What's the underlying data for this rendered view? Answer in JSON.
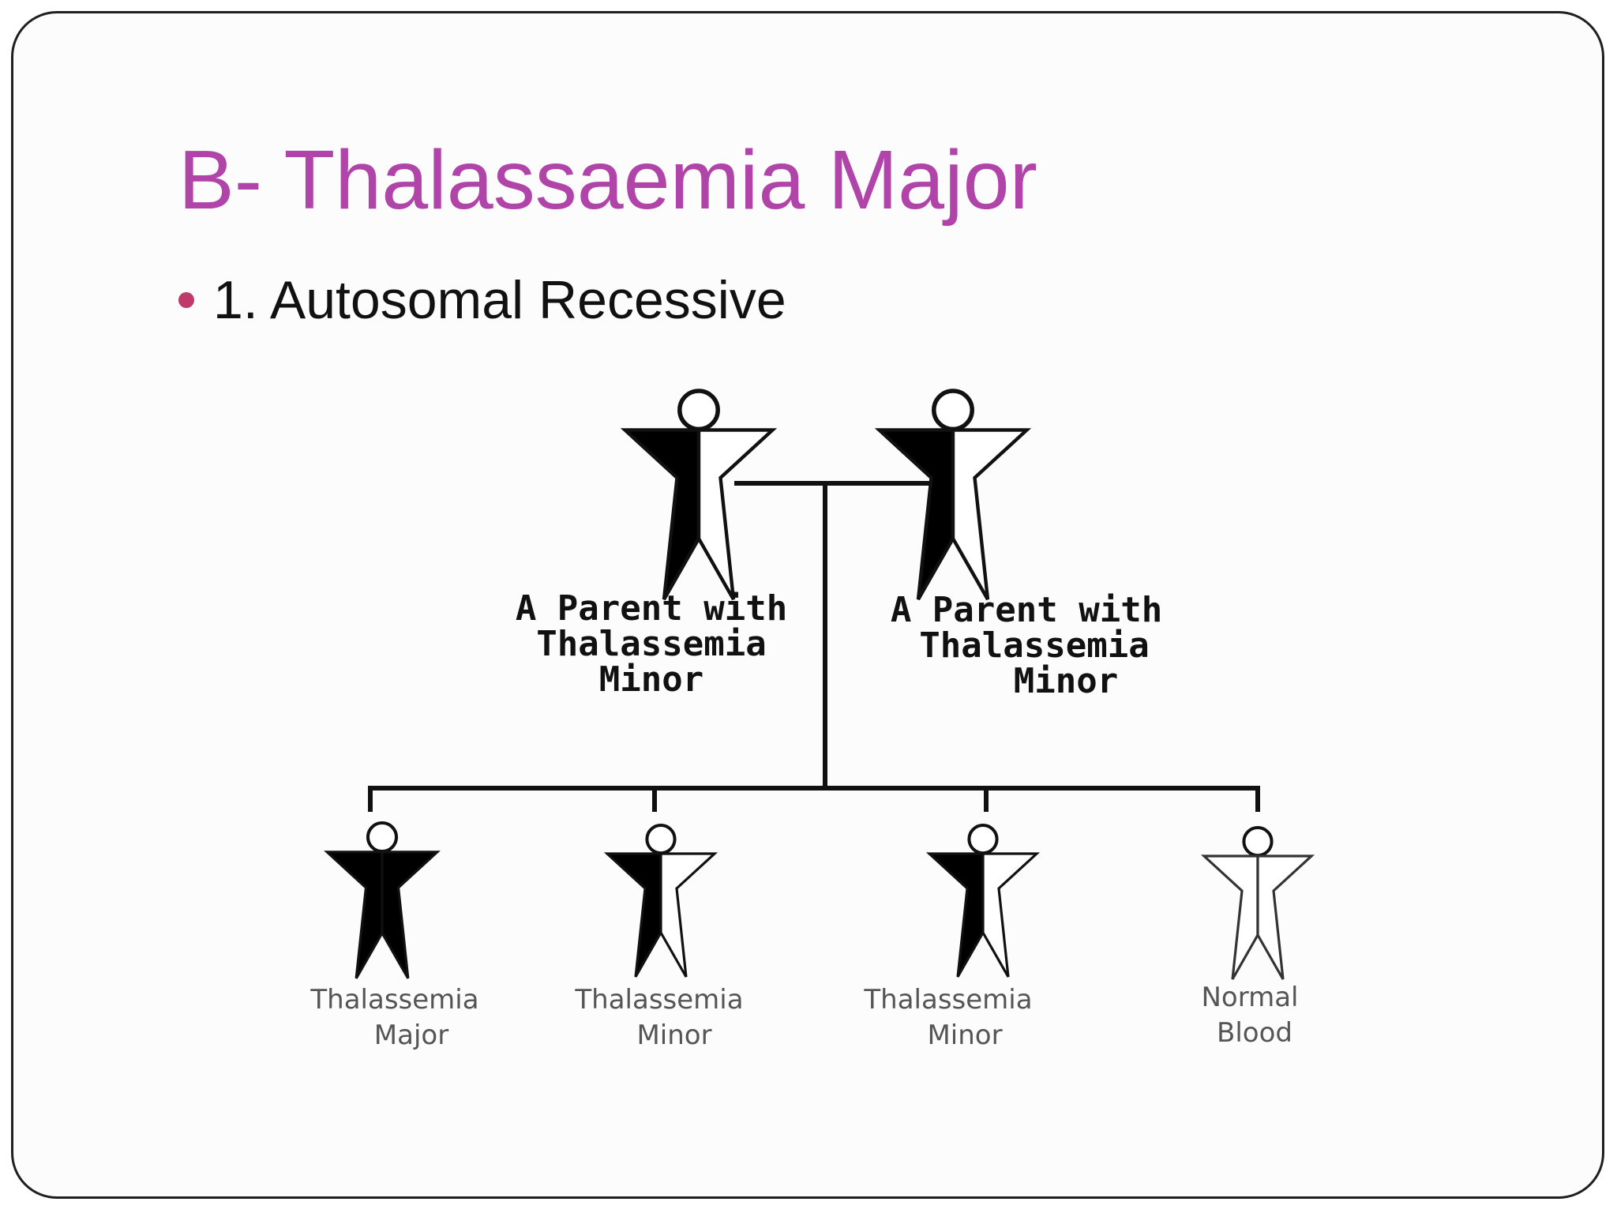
{
  "slide": {
    "title": "B- Thalassaemia Major",
    "bullet": "1. Autosomal Recessive"
  },
  "pedigree": {
    "parents": [
      {
        "status": "Thalassemia Minor",
        "label_lines": [
          "A Parent with",
          "Thalassemia",
          "Minor"
        ]
      },
      {
        "status": "Thalassemia Minor",
        "label_lines": [
          "A Parent with",
          "Thalassemia",
          "Minor"
        ]
      }
    ],
    "children": [
      {
        "status": "Thalassemia Major",
        "label_lines": [
          "Thalassemia",
          "Major"
        ]
      },
      {
        "status": "Thalassemia Minor",
        "label_lines": [
          "Thalassemia",
          "Minor"
        ]
      },
      {
        "status": "Thalassemia Minor",
        "label_lines": [
          "Thalassemia",
          "Minor"
        ]
      },
      {
        "status": "Normal Blood",
        "label_lines": [
          "Normal",
          "Blood"
        ]
      }
    ]
  },
  "colors": {
    "title": "#b044a8",
    "bullet": "#c0396b",
    "affected_fill": "#000000",
    "figure_outline": "#111111"
  },
  "icons": {
    "bullet": "bullet-dot-icon",
    "person": "person-figure-icon"
  }
}
